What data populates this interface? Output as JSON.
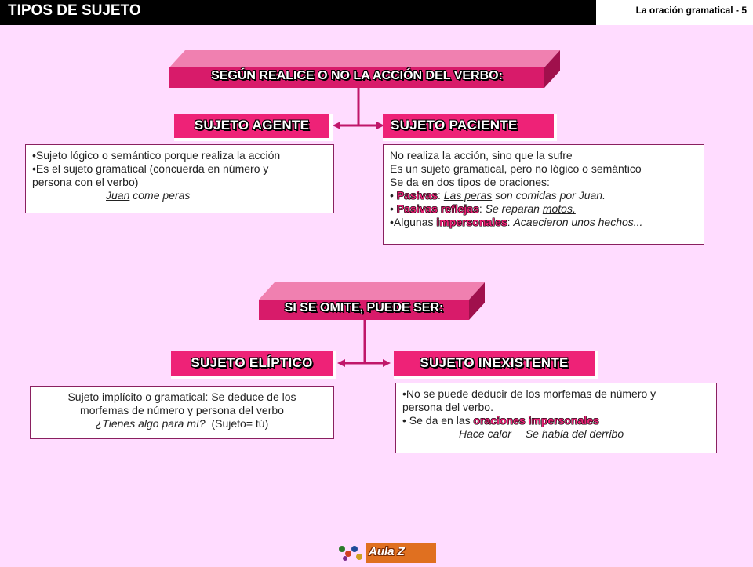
{
  "header": {
    "title": "TIPOS DE SUJETO",
    "subtitle": "La oración gramatical",
    "page": "- 5"
  },
  "section1": {
    "banner": "SEGÚN REALICE O NO LA ACCIÓN DEL VERBO:",
    "agente": {
      "label": "SUJETO AGENTE",
      "line1": "•Sujeto lógico o semántico porque realiza la acción",
      "line2": "•Es el sujeto gramatical (concuerda en número y",
      "line3": "persona con el verbo)",
      "ex_subject": "Juan",
      "ex_rest": " come peras"
    },
    "paciente": {
      "label": "SUJETO PACIENTE",
      "line1": "No realiza la acción, sino que la sufre",
      "line2": "Es un sujeto gramatical, pero no lógico o semántico",
      "line3": "Se da en dos tipos de oraciones:",
      "pasivas": {
        "bullet": "• ",
        "term": "Pasivas",
        "sep": ": ",
        "ex_subject": "Las peras",
        "ex_rest": " son comidas por Juan."
      },
      "reflejas": {
        "bullet": "• ",
        "term": "Pasivas reflejas",
        "sep": ": ",
        "ex_rest": "Se reparan ",
        "ex_subject": "motos."
      },
      "impersonales": {
        "pre": "•Algunas ",
        "term": "impersonales",
        "sep": ": ",
        "ex": "Acaecieron unos hechos..."
      }
    }
  },
  "section2": {
    "banner": "SI SE OMITE, PUEDE SER:",
    "eliptico": {
      "label": "SUJETO ELÍPTICO",
      "line1": "Sujeto implícito o gramatical: Se deduce de los",
      "line2": "morfemas de número y  persona del verbo",
      "ex_q": "¿Tienes algo para mí?",
      "ex_note": "  (Sujeto= tú)"
    },
    "inexistente": {
      "label": "SUJETO INEXISTENTE",
      "line1": "•No se puede deducir de los morfemas de número y",
      "line2": "persona del verbo.",
      "line3_pre": "• Se da en las ",
      "line3_term": "oraciones impersonales",
      "ex1": "Hace calor",
      "ex2": "Se habla del derribo"
    }
  },
  "footer": {
    "logo_text": "Aula Z"
  },
  "colors": {
    "background": "#ffdcff",
    "accent": "#ee2277",
    "connector": "#c0166a"
  }
}
